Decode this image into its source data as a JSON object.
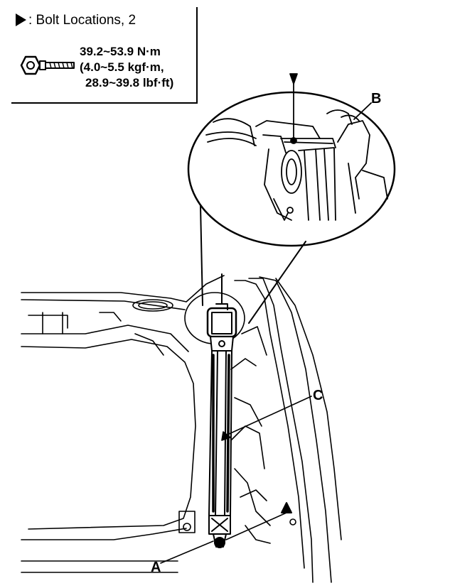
{
  "legend": {
    "title": ": Bolt Locations, 2",
    "torque_nm": "39.2~53.9 N·m",
    "torque_kgf": "(4.0~5.5 kgf·m,",
    "torque_lbf": "28.9~39.8 lbf·ft)"
  },
  "callouts": {
    "a": "A",
    "b": "B",
    "c": "C"
  }
}
